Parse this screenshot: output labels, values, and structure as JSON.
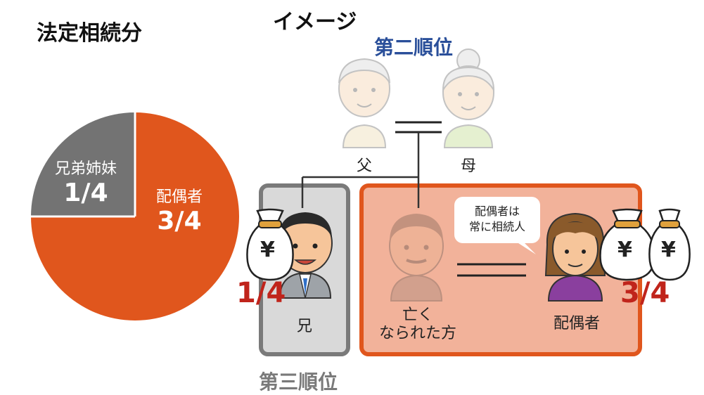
{
  "headings": {
    "legal_share": "法定相続分",
    "image": "イメージ"
  },
  "orders": {
    "second": "第二順位",
    "third": "第三順位"
  },
  "colors": {
    "spouse": "#e0561d",
    "siblings": "#737373",
    "second_order": "#2a4f9a",
    "third_order": "#7a7a7a",
    "fraction": "#c0241b",
    "deceased_box_fill": "#f2b29a",
    "sibling_box_fill": "#d9d9d9"
  },
  "chart_data": {
    "type": "pie",
    "slices": [
      {
        "label": "配偶者",
        "fraction_text": "3/4",
        "value": 0.75
      },
      {
        "label": "兄弟姉妹",
        "fraction_text": "1/4",
        "value": 0.25
      }
    ]
  },
  "people": {
    "father": "父",
    "mother": "母",
    "brother": "兄",
    "deceased_line1": "亡く",
    "deceased_line2": "なられた方",
    "spouse": "配偶者"
  },
  "speech_bubble": {
    "line1": "配偶者は",
    "line2": "常に相続人"
  },
  "shares": {
    "brother": "1/4",
    "spouse": "3/4"
  },
  "icons": {
    "money_bag": "money-bag-icon",
    "yen": "¥"
  }
}
